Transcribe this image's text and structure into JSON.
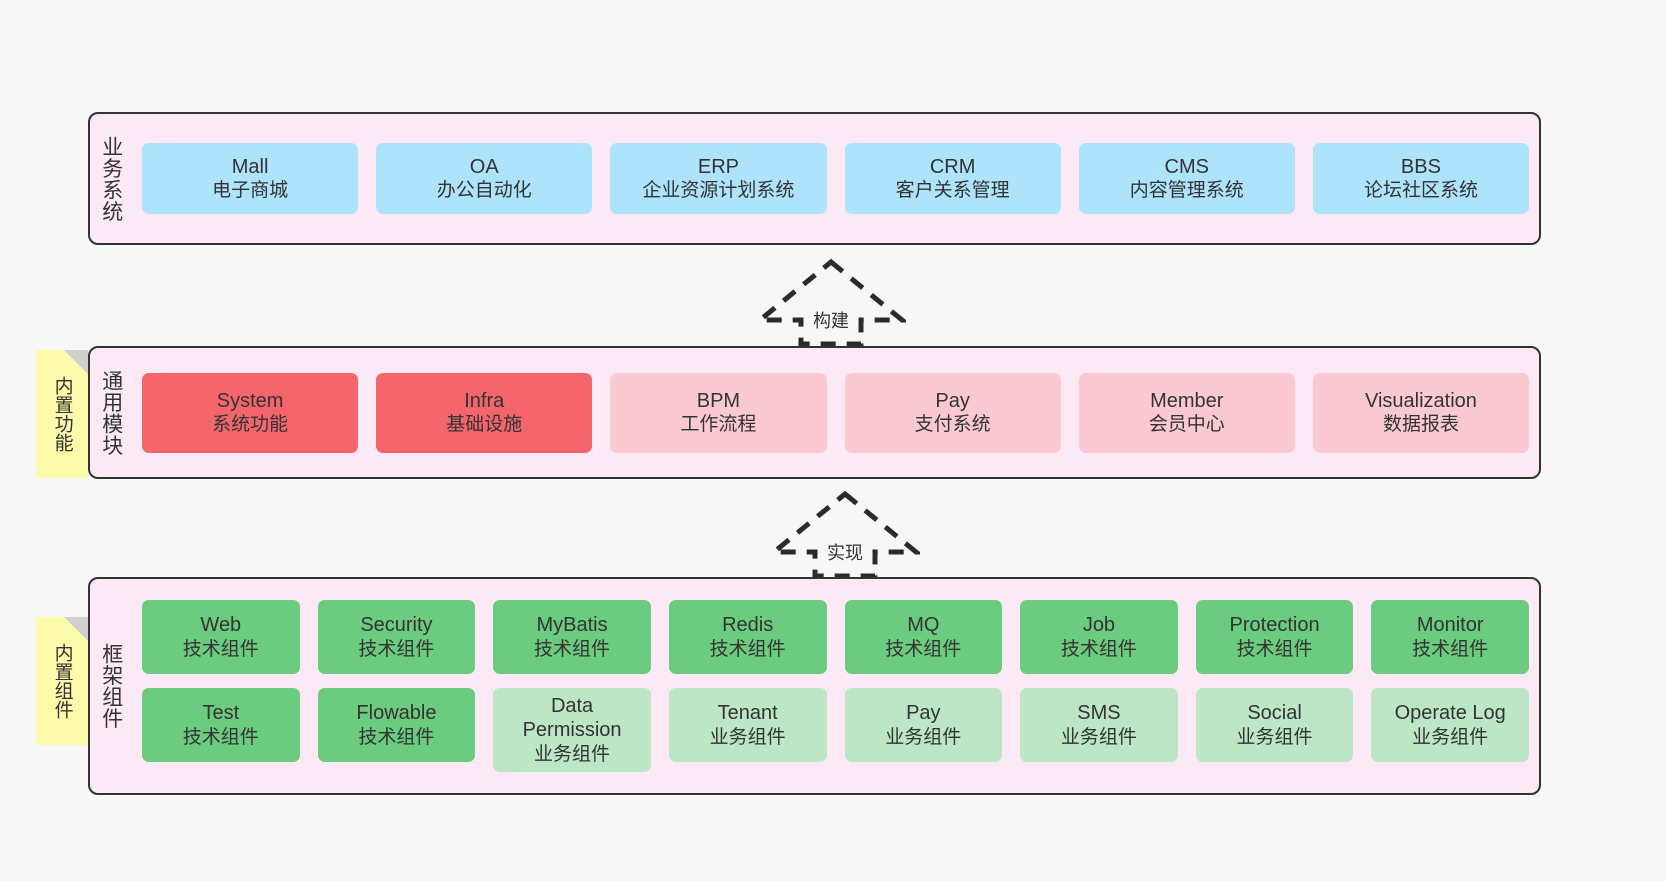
{
  "diagram": {
    "background": "#f7f7f7",
    "layers": [
      {
        "id": "business",
        "title": "业务系统",
        "cards": [
          {
            "title": "Mall",
            "sub": "电子商城",
            "style": "blue"
          },
          {
            "title": "OA",
            "sub": "办公自动化",
            "style": "blue"
          },
          {
            "title": "ERP",
            "sub": "企业资源计划系统",
            "style": "blue"
          },
          {
            "title": "CRM",
            "sub": "客户关系管理",
            "style": "blue"
          },
          {
            "title": "CMS",
            "sub": "内容管理系统",
            "style": "blue"
          },
          {
            "title": "BBS",
            "sub": "论坛社区系统",
            "style": "blue"
          }
        ]
      },
      {
        "id": "common",
        "title": "通用模块",
        "note": "内置功能",
        "cards": [
          {
            "title": "System",
            "sub": "系统功能",
            "style": "red"
          },
          {
            "title": "Infra",
            "sub": "基础设施",
            "style": "red"
          },
          {
            "title": "BPM",
            "sub": "工作流程",
            "style": "pink"
          },
          {
            "title": "Pay",
            "sub": "支付系统",
            "style": "pink"
          },
          {
            "title": "Member",
            "sub": "会员中心",
            "style": "pink"
          },
          {
            "title": "Visualization",
            "sub": "数据报表",
            "style": "pink"
          }
        ]
      },
      {
        "id": "frame",
        "title": "框架组件",
        "note": "内置组件",
        "rows": [
          [
            {
              "title": "Web",
              "sub": "技术组件",
              "style": "green"
            },
            {
              "title": "Security",
              "sub": "技术组件",
              "style": "green"
            },
            {
              "title": "MyBatis",
              "sub": "技术组件",
              "style": "green"
            },
            {
              "title": "Redis",
              "sub": "技术组件",
              "style": "green"
            },
            {
              "title": "MQ",
              "sub": "技术组件",
              "style": "green"
            },
            {
              "title": "Job",
              "sub": "技术组件",
              "style": "green"
            },
            {
              "title": "Protection",
              "sub": "技术组件",
              "style": "green"
            },
            {
              "title": "Monitor",
              "sub": "技术组件",
              "style": "green"
            }
          ],
          [
            {
              "title": "Test",
              "sub": "技术组件",
              "style": "green"
            },
            {
              "title": "Flowable",
              "sub": "技术组件",
              "style": "green"
            },
            {
              "title": "Data Permission",
              "sub": "业务组件",
              "style": "lgreen"
            },
            {
              "title": "Tenant",
              "sub": "业务组件",
              "style": "lgreen"
            },
            {
              "title": "Pay",
              "sub": "业务组件",
              "style": "lgreen"
            },
            {
              "title": "SMS",
              "sub": "业务组件",
              "style": "lgreen"
            },
            {
              "title": "Social",
              "sub": "业务组件",
              "style": "lgreen"
            },
            {
              "title": "Operate Log",
              "sub": "业务组件",
              "style": "lgreen"
            }
          ]
        ]
      }
    ],
    "arrows": [
      {
        "id": "build",
        "label": "构建"
      },
      {
        "id": "impl",
        "label": "实现"
      }
    ],
    "colors": {
      "band_background": "#fbeaf5",
      "band_border": "#333333",
      "blue_card": "#ade3fb",
      "red_card": "#f4666c",
      "pink_card": "#fbc9d2",
      "green_card": "#6bcb7e",
      "light_green_card": "#bce6c5",
      "note_background": "#fbfbab",
      "note_fold": "#cfcfcf",
      "text": "#333333"
    }
  }
}
